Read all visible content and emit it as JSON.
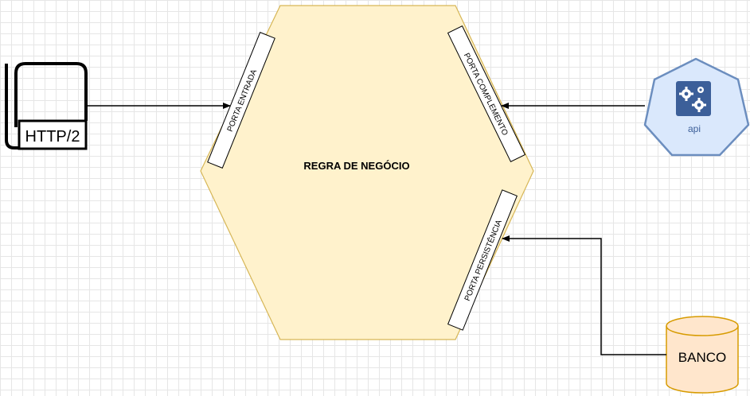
{
  "hexagon": {
    "label": "REGRA DE NEGÓCIO",
    "fill": "#fff2cc",
    "stroke": "#d6b656"
  },
  "ports": {
    "entrada": "PORTA ENTRADA",
    "complemento": "PORTA COMPLEMENTO",
    "persistencia": "PORTA PERSISTÊNCIA"
  },
  "http": {
    "label": "HTTP/2"
  },
  "api": {
    "label": "api",
    "icon": "kubernetes-api-icon",
    "fill": "#dae8fc",
    "stroke": "#6c8ebf"
  },
  "database": {
    "label": "BANCO",
    "fill": "#ffe6cc",
    "stroke": "#d79b00"
  }
}
